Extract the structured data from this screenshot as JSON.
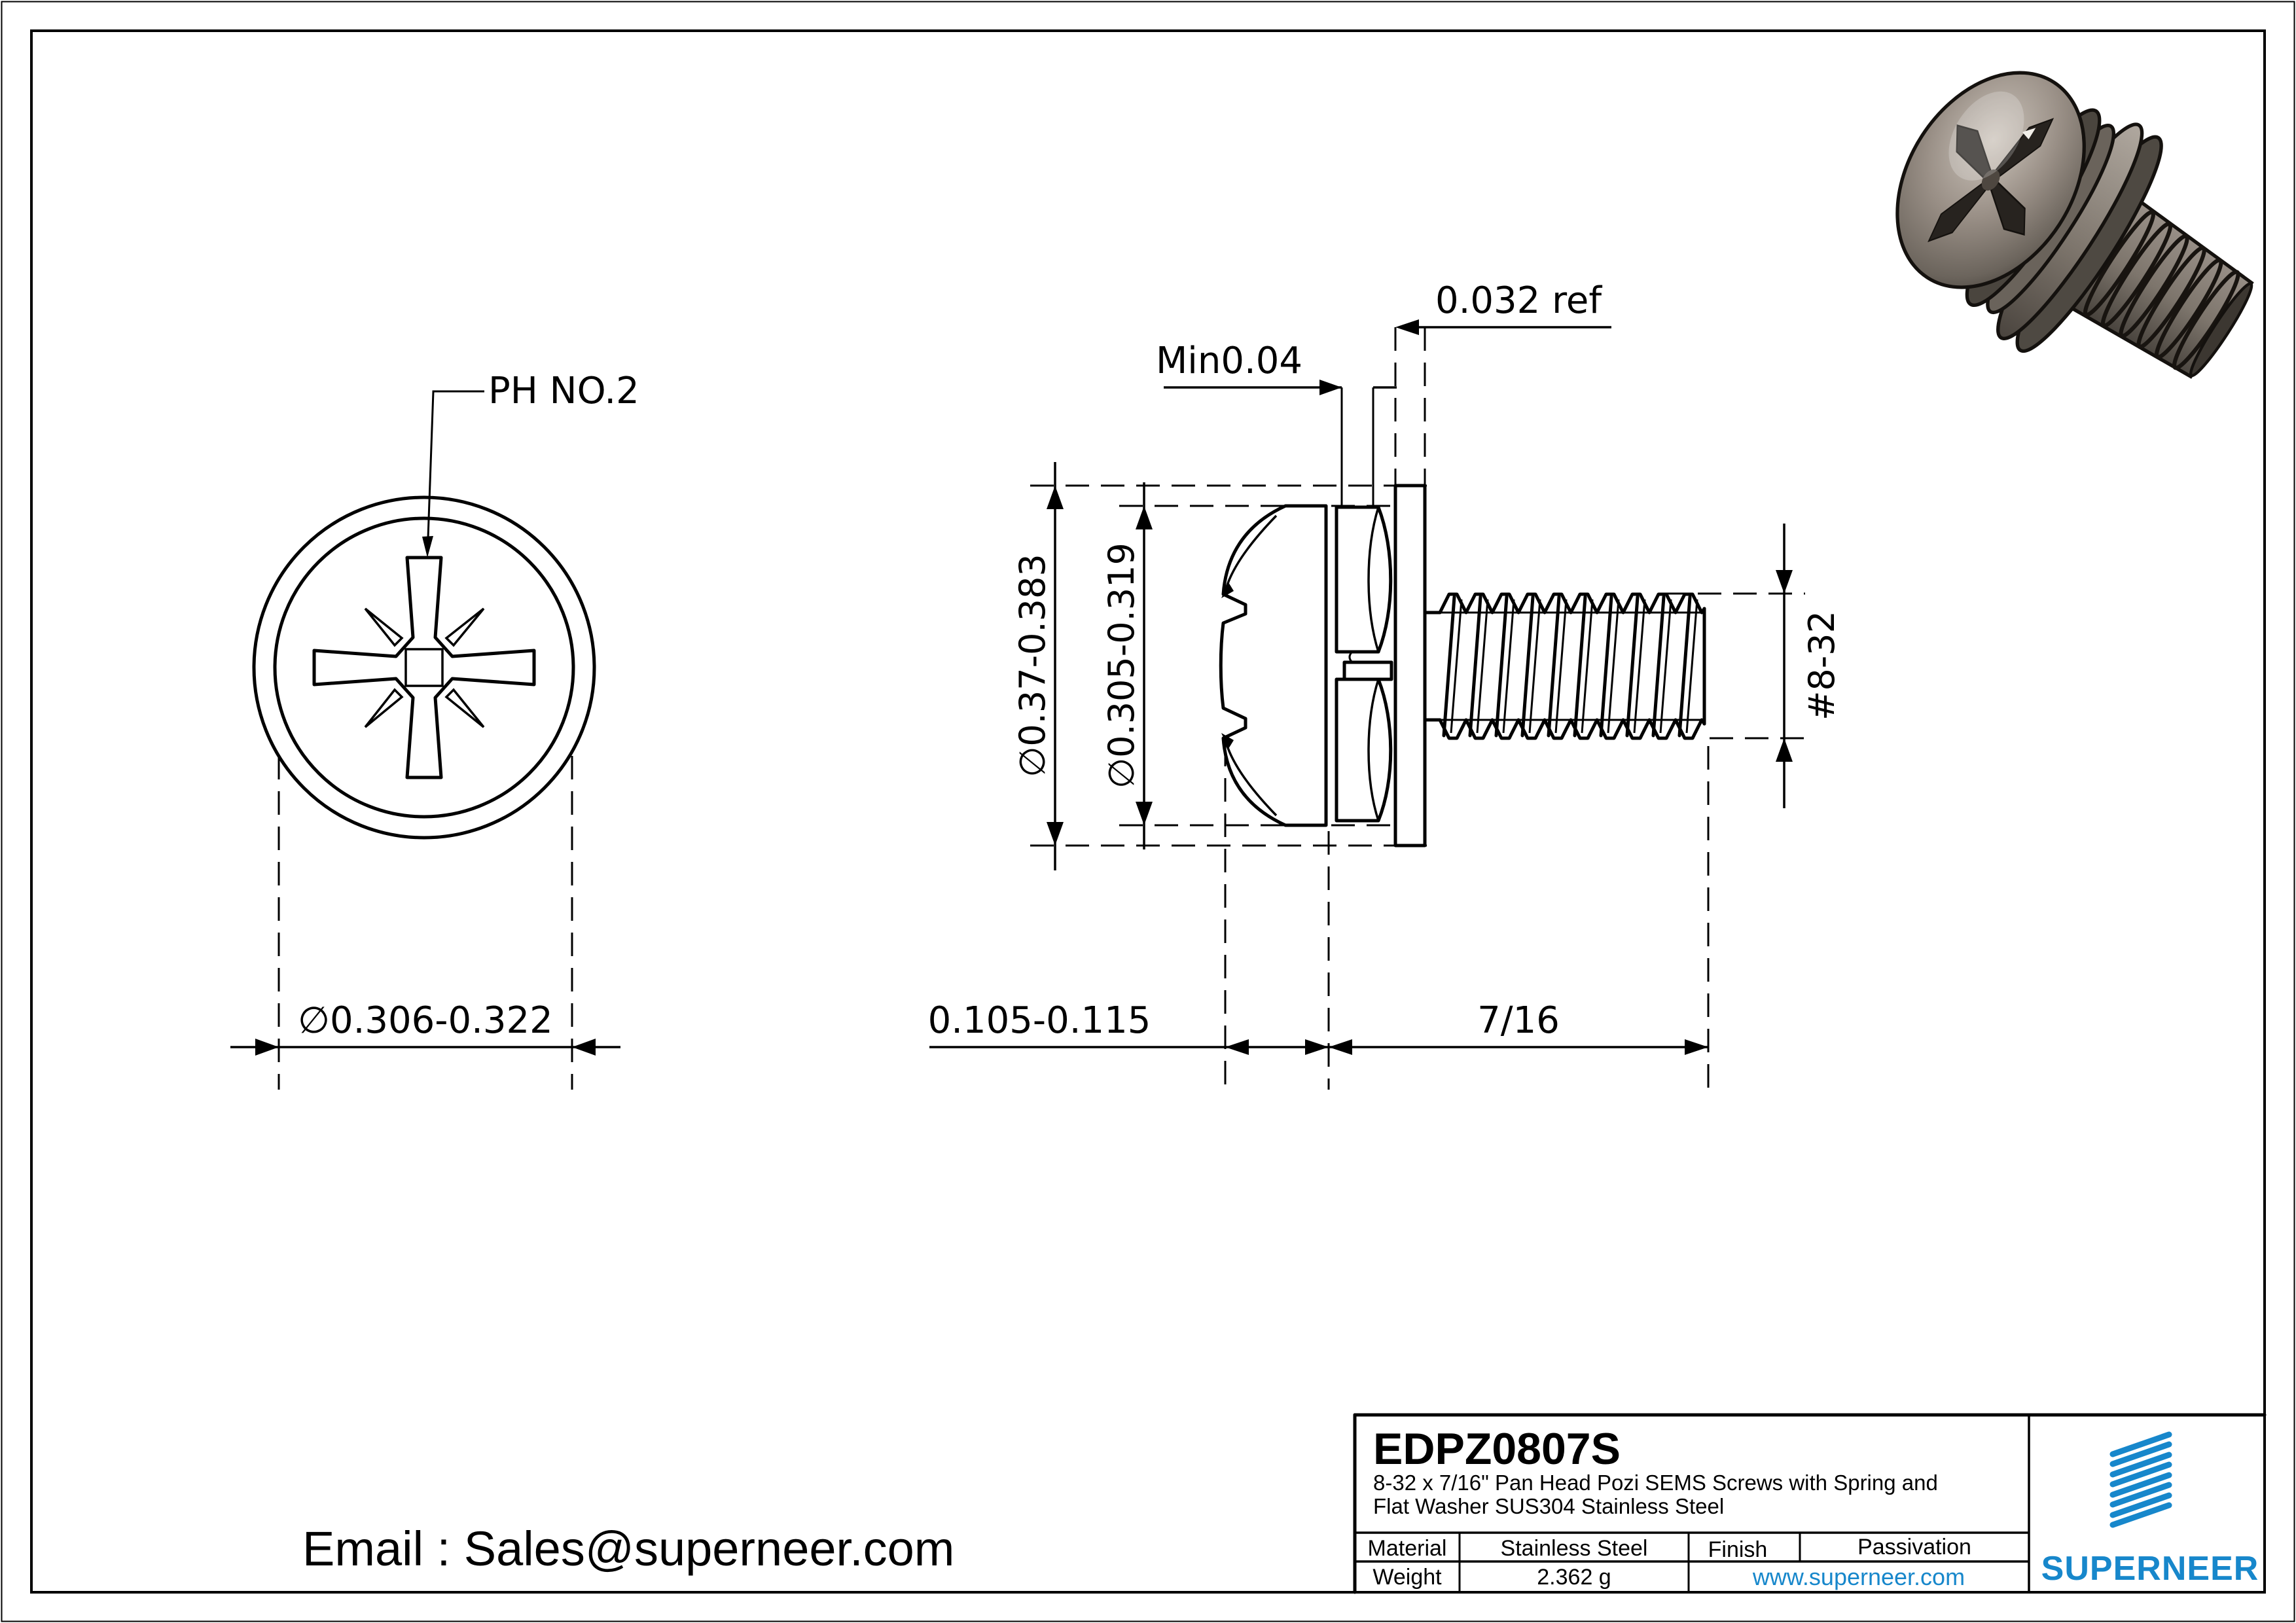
{
  "colors": {
    "line": "#000000",
    "accent_blue": "#1787cb",
    "metal_dark": "#3f3a34"
  },
  "front_view": {
    "drive_label": "PH NO.2",
    "head_diameter": "∅0.306-0.322"
  },
  "side_view": {
    "washer_od": "∅0.37-0.383",
    "spring_washer_od": "∅0.305-0.319",
    "spring_gap": "Min0.04",
    "flat_washer_thickness": "0.032 ref",
    "head_height": "0.105-0.115",
    "thread_length": "7/16",
    "thread_spec": "#8-32"
  },
  "title_block": {
    "part_number": "EDPZ0807S",
    "description_line1": "8-32 x 7/16\" Pan Head Pozi SEMS Screws with Spring and",
    "description_line2": "Flat Washer SUS304 Stainless Steel",
    "material_label": "Material",
    "material_value": "Stainless Steel",
    "finish_label": "Finish",
    "finish_value": "Passivation",
    "weight_label": "Weight",
    "weight_value": "2.362 g",
    "website": "www.superneer.com",
    "brand": "SUPERNEER"
  },
  "footer": {
    "email": "Email : Sales@superneer.com"
  }
}
